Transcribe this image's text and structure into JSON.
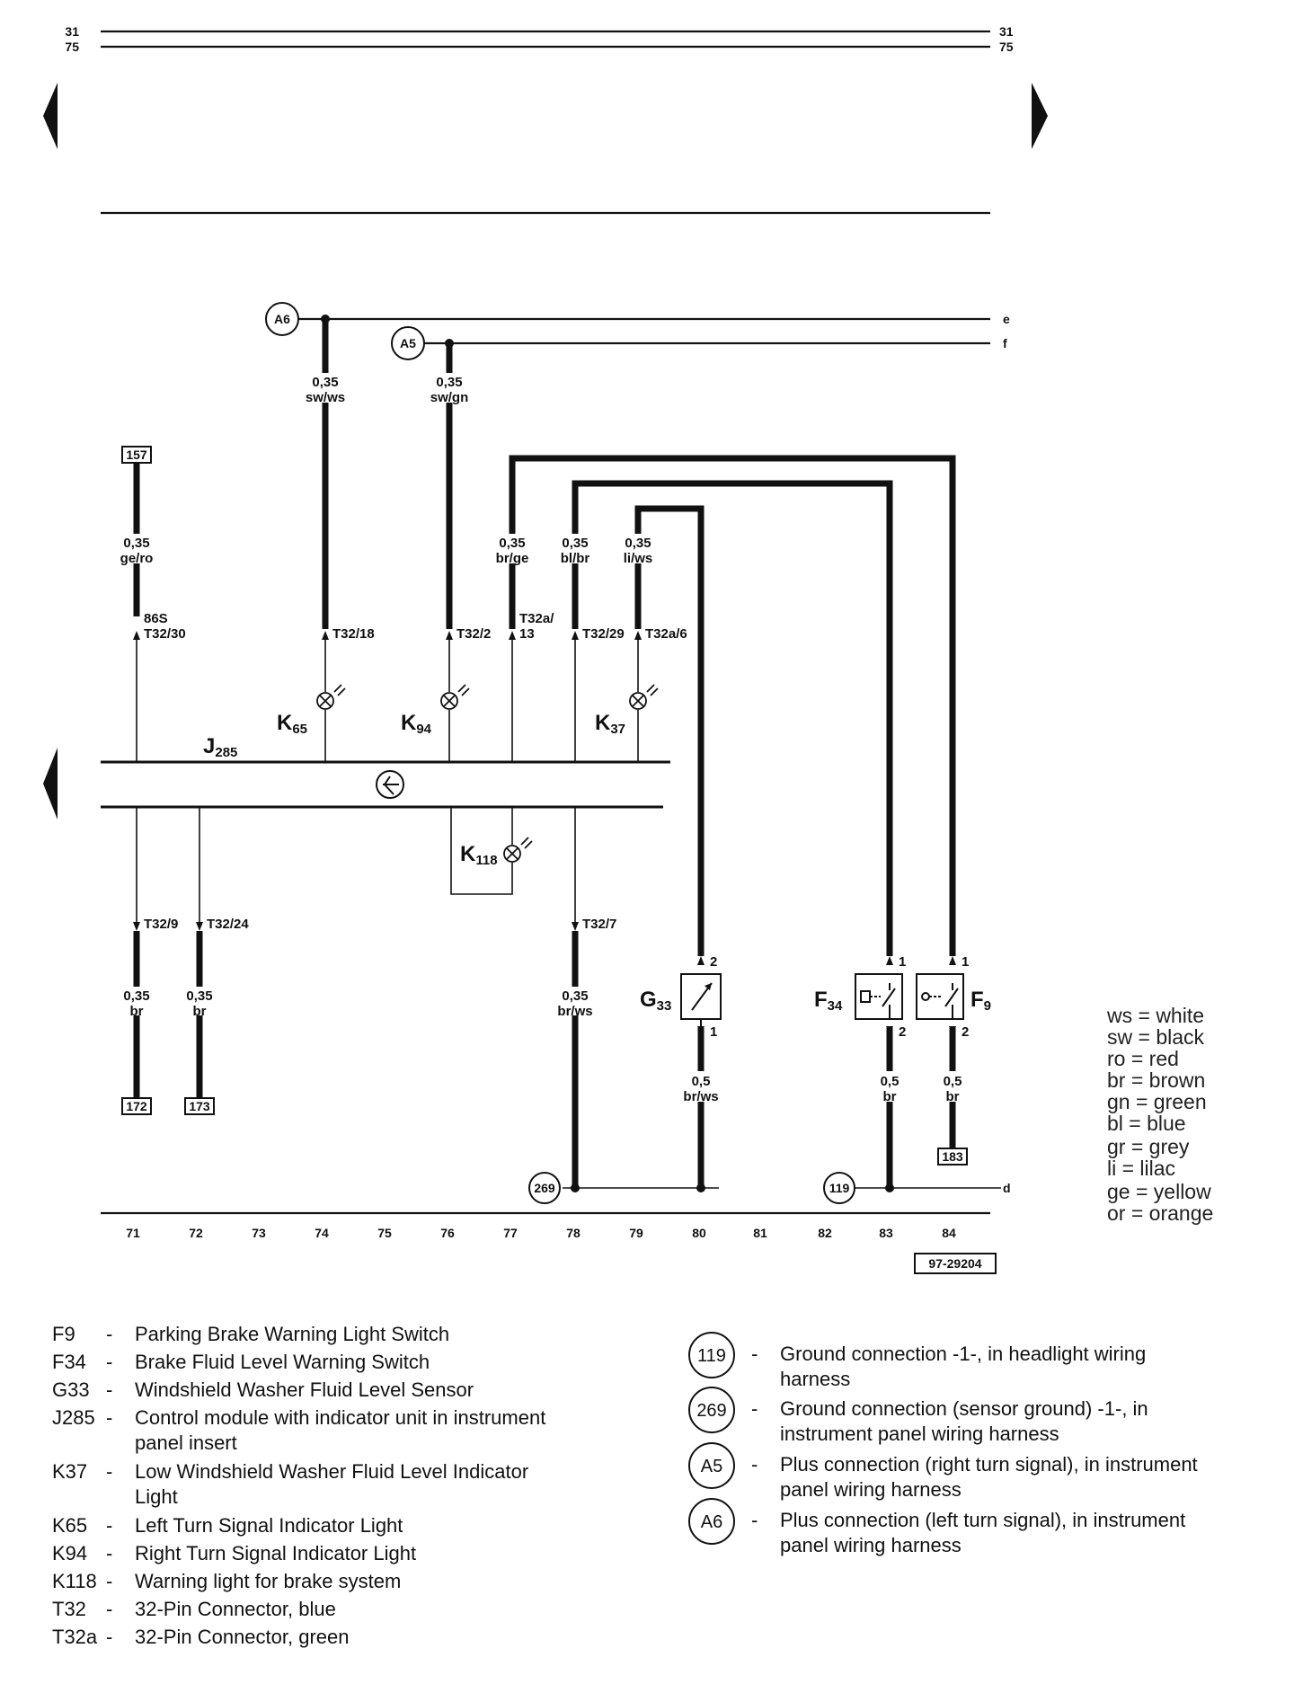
{
  "rails": {
    "top": {
      "left": "31",
      "right": "31"
    },
    "second": {
      "left": "75",
      "right": "75"
    },
    "e_label": "e",
    "f_label": "f",
    "d_label": "d"
  },
  "wires": {
    "a6_size": "0,35",
    "a6_color": "sw/ws",
    "a5_size": "0,35",
    "a5_color": "sw/gn",
    "w157_size": "0,35",
    "w157_color": "ge/ro",
    "brge_size": "0,35",
    "brge_color": "br/ge",
    "blbr_size": "0,35",
    "blbr_color": "bl/br",
    "liws_size": "0,35",
    "liws_color": "li/ws",
    "w172_size": "0,35",
    "w172_color": "br",
    "w173_size": "0,35",
    "w173_color": "br",
    "brws_size": "0,35",
    "brws_color": "br/ws",
    "g33_size": "0,5",
    "g33_color": "br/ws",
    "f34_size": "0,5",
    "f34_color": "br",
    "f9_size": "0,5",
    "f9_color": "br"
  },
  "pins": {
    "p86s": "86S",
    "t32_30": "T32/30",
    "t32_18": "T32/18",
    "t32_2": "T32/2",
    "t32a_13_a": "T32a/",
    "t32a_13_b": "13",
    "t32_29": "T32/29",
    "t32a_6": "T32a/6",
    "t32_9": "T32/9",
    "t32_24": "T32/24",
    "t32_7": "T32/7",
    "g33_pin_top": "2",
    "g33_pin_bot": "1",
    "f34_pin_top": "1",
    "f34_pin_bot": "2",
    "f9_pin_top": "1",
    "f9_pin_bot": "2"
  },
  "boxes": {
    "b157": "157",
    "b172": "172",
    "b173": "173",
    "b183": "183",
    "ref": "97-29204"
  },
  "circles": {
    "a6": "A6",
    "a5": "A5",
    "c269": "269",
    "c119": "119"
  },
  "components": {
    "j285_main": "J",
    "j285_sub": "285",
    "k65_main": "K",
    "k65_sub": "65",
    "k94_main": "K",
    "k94_sub": "94",
    "k37_main": "K",
    "k37_sub": "37",
    "k118_main": "K",
    "k118_sub": "118",
    "g33_main": "G",
    "g33_sub": "33",
    "f34_main": "F",
    "f34_sub": "34",
    "f9_main": "F",
    "f9_sub": "9"
  },
  "scale": [
    "71",
    "72",
    "73",
    "74",
    "75",
    "76",
    "77",
    "78",
    "79",
    "80",
    "81",
    "82",
    "83",
    "84"
  ],
  "color_legend": [
    "ws = white",
    "sw = black",
    "ro  = red",
    "br  = brown",
    "gn  = green",
    "bl   = blue",
    "gr  = grey",
    "li    = lilac",
    "ge  = yellow",
    "or   = orange"
  ],
  "key_left": [
    {
      "code": "F9",
      "lines": [
        "Parking Brake Warning Light Switch"
      ]
    },
    {
      "code": "F34",
      "lines": [
        "Brake Fluid Level Warning Switch"
      ]
    },
    {
      "code": "G33",
      "lines": [
        "Windshield Washer Fluid Level Sensor"
      ]
    },
    {
      "code": "J285",
      "lines": [
        "Control module with indicator unit in instrument",
        "panel insert"
      ]
    },
    {
      "code": "K37",
      "lines": [
        "Low Windshield Washer Fluid Level Indicator",
        "Light"
      ]
    },
    {
      "code": "K65",
      "lines": [
        "Left Turn Signal Indicator Light"
      ]
    },
    {
      "code": "K94",
      "lines": [
        "Right Turn Signal Indicator Light"
      ]
    },
    {
      "code": "K118",
      "lines": [
        "Warning light for brake system"
      ]
    },
    {
      "code": "T32",
      "lines": [
        "32-Pin Connector, blue"
      ]
    },
    {
      "code": "T32a",
      "lines": [
        "32-Pin Connector, green"
      ]
    }
  ],
  "key_right": [
    {
      "code": "119",
      "lines": [
        "Ground connection -1-, in headlight wiring",
        "harness"
      ]
    },
    {
      "code": "269",
      "lines": [
        "Ground connection (sensor ground) -1-, in",
        "instrument panel wiring harness"
      ]
    },
    {
      "code": "A5",
      "lines": [
        "Plus connection (right turn signal), in instrument",
        "panel wiring harness"
      ]
    },
    {
      "code": "A6",
      "lines": [
        "Plus connection (left turn signal), in instrument",
        "panel wiring harness"
      ]
    }
  ],
  "dash": "-"
}
